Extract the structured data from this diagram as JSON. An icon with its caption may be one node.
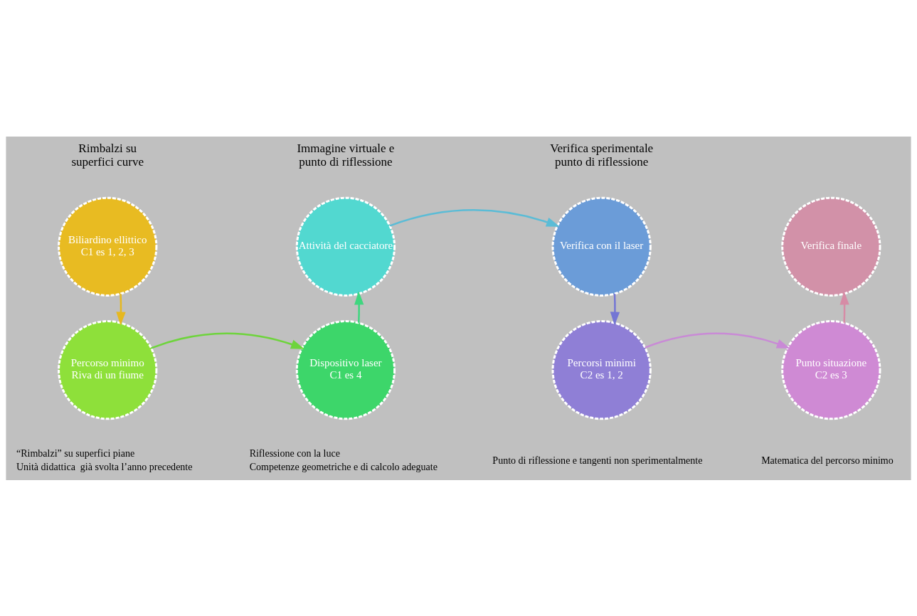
{
  "diagram": {
    "nodes": [
      {
        "text": [
          "Rimbalzi su superfici curve",
          "Biliardino ellittico",
          "C1 es 1, 2, 3"
        ]
      },
      {
        "text": [
          "Percorso minimo",
          "Riva di un fiume"
        ],
        "beside": [
          "“Rimbalzi” su superfici piane",
          "Unità didattica  già svolta l’anno precedente"
        ]
      },
      {
        "text": [
          "Dispositivo laser",
          "C1 es 4"
        ],
        "beside": [
          "Riflessione con la luce",
          "Competenze geometriche e di calcolo adeguate"
        ]
      },
      {
        "text": [
          "Immagine virtuale e punto di riflessione",
          "Attività del cacciatore"
        ]
      },
      {
        "text": [
          "Verifica sperimentale punto di riflessione",
          "Verifica con il laser"
        ]
      },
      {
        "text": [
          "Percorsi minimi",
          "C2 es 1, 2"
        ],
        "beside": [
          "Punto di riflessione e tangenti non sperimentalmente"
        ]
      },
      {
        "text": [
          "Punto situazione",
          "C2 es 3"
        ],
        "beside": [
          "Matematica del percorso minimo"
        ]
      },
      {
        "text": [
          "Verifica finale"
        ]
      }
    ],
    "edges": [
      {
        "from": 0,
        "to": 1,
        "arrow": "to",
        "color": "#e6b820"
      },
      {
        "from": 1,
        "to": 2,
        "arrow": "to",
        "color": "#6ed43c"
      },
      {
        "from": 2,
        "to": 3,
        "arrow": "to",
        "color": "#3fd67f"
      },
      {
        "from": 3,
        "to": 4,
        "arrow": "to",
        "color": "#5bbcd6"
      },
      {
        "from": 4,
        "to": 5,
        "arrow": "to",
        "color": "#7476d4"
      },
      {
        "from": 5,
        "to": 6,
        "arrow": "to",
        "color": "#c98ad6"
      },
      {
        "from": 6,
        "to": 7,
        "arrow": "to",
        "color": "#d68ca6"
      }
    ]
  }
}
